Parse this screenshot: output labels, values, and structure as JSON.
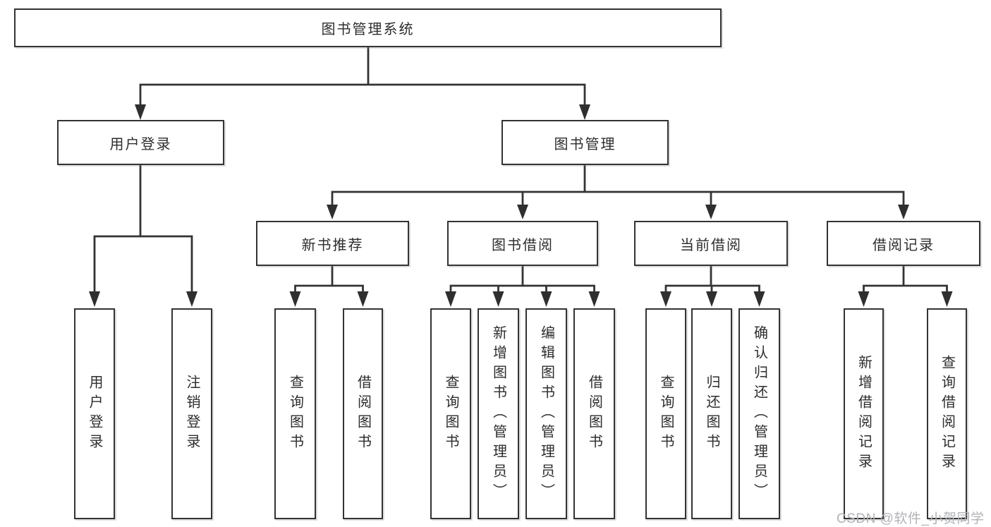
{
  "diagram": {
    "title_node": {
      "label": "图书管理系统"
    },
    "branches": [
      {
        "label": "用户登录",
        "children": [
          {
            "label": "用户登录"
          },
          {
            "label": "注销登录"
          }
        ]
      },
      {
        "label": "图书管理",
        "children": [
          {
            "label": "新书推荐",
            "children": [
              {
                "label": "查询图书"
              },
              {
                "label": "借阅图书"
              }
            ]
          },
          {
            "label": "图书借阅",
            "children": [
              {
                "label": "查询图书"
              },
              {
                "label": "新增图书（管理员）"
              },
              {
                "label": "编辑图书（管理员）"
              },
              {
                "label": "借阅图书"
              }
            ]
          },
          {
            "label": "当前借阅",
            "children": [
              {
                "label": "查询图书"
              },
              {
                "label": "归还图书"
              },
              {
                "label": "确认归还（管理员）"
              }
            ]
          },
          {
            "label": "借阅记录",
            "children": [
              {
                "label": "新增借阅记录"
              },
              {
                "label": "查询借阅记录"
              }
            ]
          }
        ]
      }
    ]
  },
  "watermark": {
    "text": "CSDN @软件_小贺同学"
  },
  "colors": {
    "line": "#333333",
    "text": "#2d2d2d",
    "box_fill": "#ffffff",
    "background": "#ffffff",
    "watermark": "#b0b3b8"
  }
}
